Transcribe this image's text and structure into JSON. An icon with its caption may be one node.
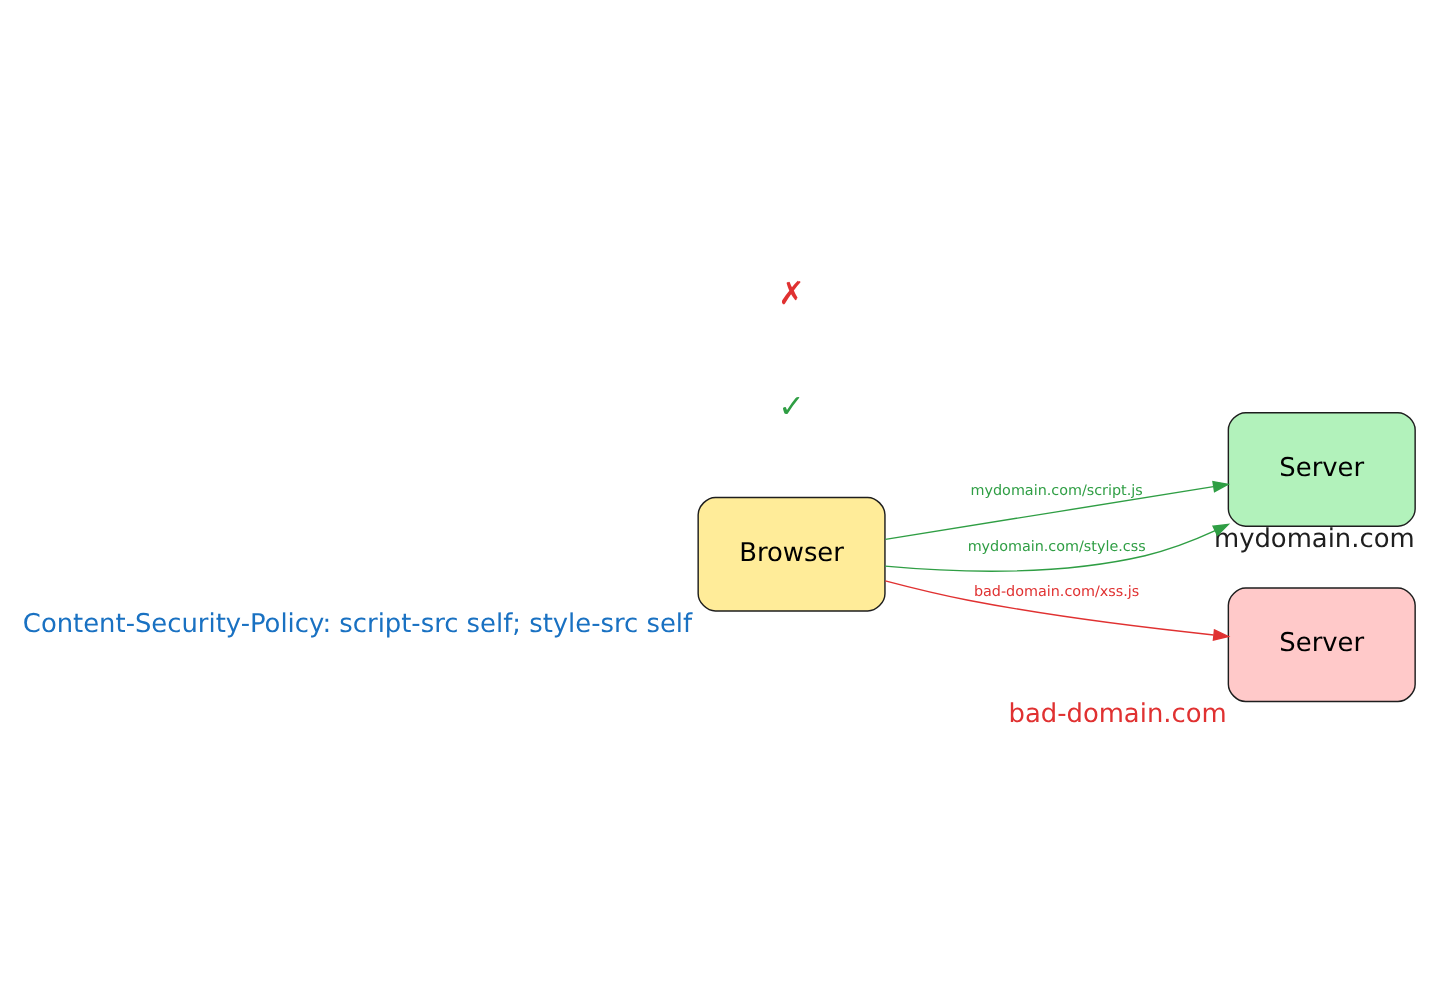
{
  "diagram": {
    "nodes": [
      {
        "text": [
          "Browser"
        ],
        "beside": [
          "Content-Security-Policy: script-src self; style-src self"
        ]
      },
      {
        "text": [
          "Server"
        ],
        "beside": [
          "mydomain.com"
        ]
      },
      {
        "text": [
          "Server"
        ],
        "beside": [
          "bad-domain.com"
        ]
      }
    ],
    "edges": [
      {
        "from": 0,
        "to": 1,
        "arrow": "to",
        "label": "mydomain.com/script.js",
        "color": "#2f9e44"
      },
      {
        "from": 0,
        "to": 1,
        "arrow": "to",
        "label": "mydomain.com/style.css",
        "color": "#2f9e44"
      },
      {
        "from": 0,
        "to": 2,
        "arrow": "to",
        "label": "bad-domain.com/xss.js",
        "color": "#e03131"
      }
    ],
    "labels": [
      "✓",
      "✗"
    ]
  }
}
